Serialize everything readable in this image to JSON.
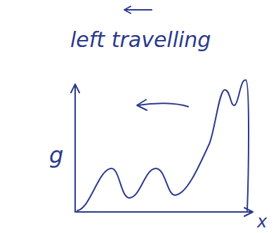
{
  "diagram": {
    "labels": [
      "left travelling",
      "g",
      "x"
    ]
  }
}
